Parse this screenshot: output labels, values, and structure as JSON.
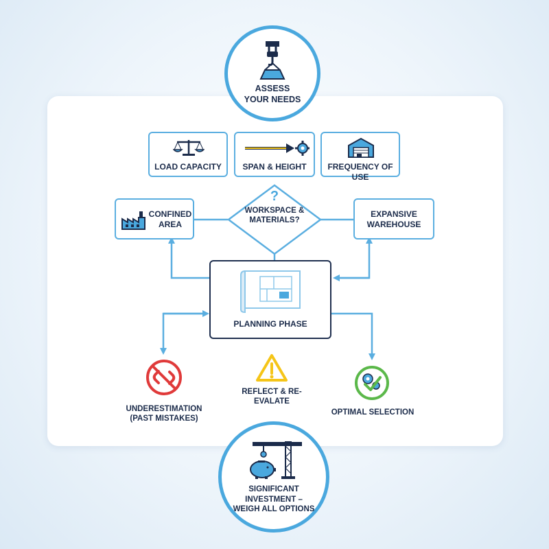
{
  "nodes": {
    "assess": "ASSESS YOUR NEEDS",
    "load_capacity": "LOAD CAPACITY",
    "span_height": "SPAN & HEIGHT",
    "frequency": "FREQUENCY OF USE",
    "confined": "CONFINED AREA",
    "decision_symbol": "?",
    "decision": "WORKSPACE & MATERIALS?",
    "expansive": "EXPANSIVE WAREHOUSE",
    "planning": "PLANNING PHASE",
    "underestimation": "UNDERESTIMATION (PAST MISTAKES)",
    "reflect": "REFLECT & RE-EVALATE",
    "optimal": "OPTIMAL SELECTION",
    "investment": "SIGNIFICANT INVESTMENT – WEIGH ALL OPTIONS"
  },
  "icons": {
    "crane_hook": "crane-hook-icon",
    "scale": "balance-scale-icon",
    "arrow_gear": "arrow-gear-icon",
    "warehouse": "warehouse-icon",
    "factory": "factory-icon",
    "blueprint": "blueprint-icon",
    "broken_link": "broken-link-icon",
    "warning": "warning-icon",
    "check_gear": "check-gear-icon",
    "piggy_crane": "piggy-bank-crane-icon"
  },
  "colors": {
    "accent_blue": "#4aa8de",
    "navy": "#1b2b4a",
    "red": "#e03a3a",
    "yellow": "#f5c518",
    "green": "#5bb84a"
  }
}
